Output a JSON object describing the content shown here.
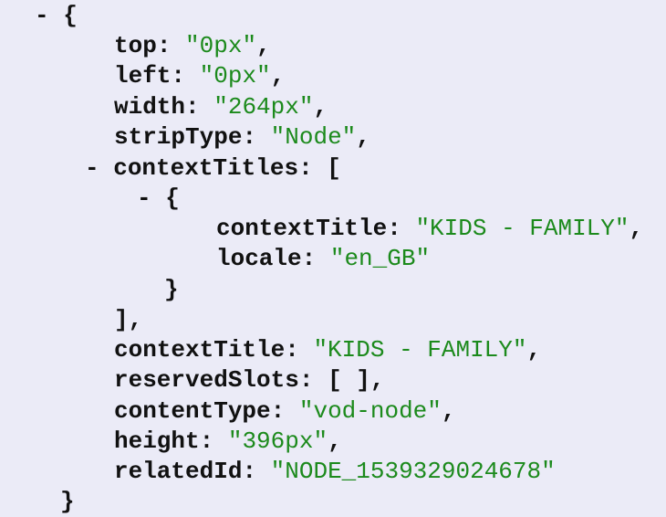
{
  "viewer": {
    "toggle": "-",
    "open_brace": "{",
    "close_brace": "}",
    "open_bracket": "[",
    "close_bracket_comma": "],",
    "empty_array": "[ ],",
    "colon": ": ",
    "comma": ","
  },
  "object": {
    "top": {
      "key": "top",
      "value": "\"0px\""
    },
    "left": {
      "key": "left",
      "value": "\"0px\""
    },
    "width": {
      "key": "width",
      "value": "\"264px\""
    },
    "stripType": {
      "key": "stripType",
      "value": "\"Node\""
    },
    "contextTitles": {
      "key": "contextTitles",
      "items": [
        {
          "contextTitle": {
            "key": "contextTitle",
            "value": "\"KIDS - FAMILY\""
          },
          "locale": {
            "key": "locale",
            "value": "\"en_GB\""
          }
        }
      ]
    },
    "contextTitle": {
      "key": "contextTitle",
      "value": "\"KIDS - FAMILY\""
    },
    "reservedSlots": {
      "key": "reservedSlots"
    },
    "contentType": {
      "key": "contentType",
      "value": "\"vod-node\""
    },
    "height": {
      "key": "height",
      "value": "\"396px\""
    },
    "relatedId": {
      "key": "relatedId",
      "value": "\"NODE_1539329024678\""
    }
  }
}
